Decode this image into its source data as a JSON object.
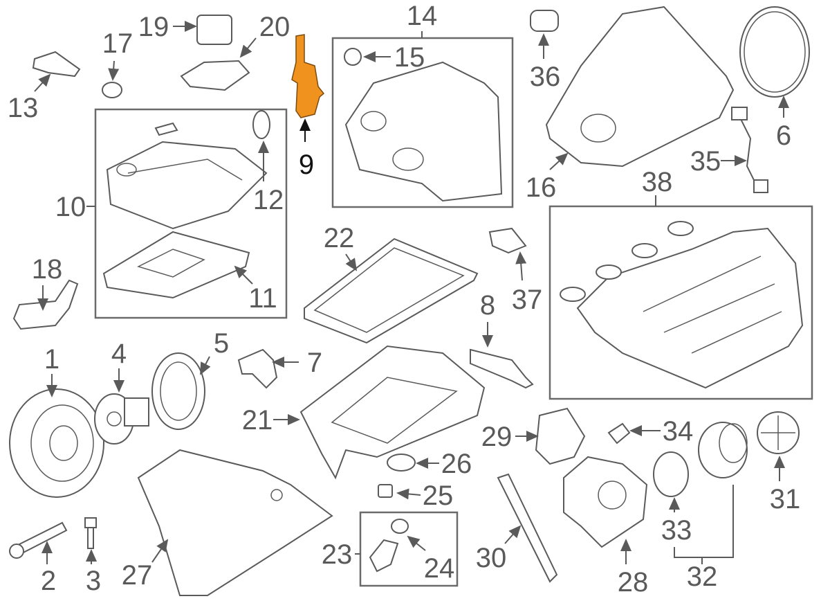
{
  "diagram": {
    "title": "Engine parts diagram",
    "highlight_color": "#F0921E",
    "highlighted_part": "9",
    "callouts": [
      "1",
      "2",
      "3",
      "4",
      "5",
      "6",
      "7",
      "8",
      "9",
      "10",
      "11",
      "12",
      "13",
      "14",
      "15",
      "16",
      "17",
      "18",
      "19",
      "20",
      "21",
      "22",
      "23",
      "24",
      "25",
      "26",
      "27",
      "28",
      "29",
      "30",
      "31",
      "32",
      "33",
      "34",
      "35",
      "36",
      "37",
      "38"
    ]
  }
}
